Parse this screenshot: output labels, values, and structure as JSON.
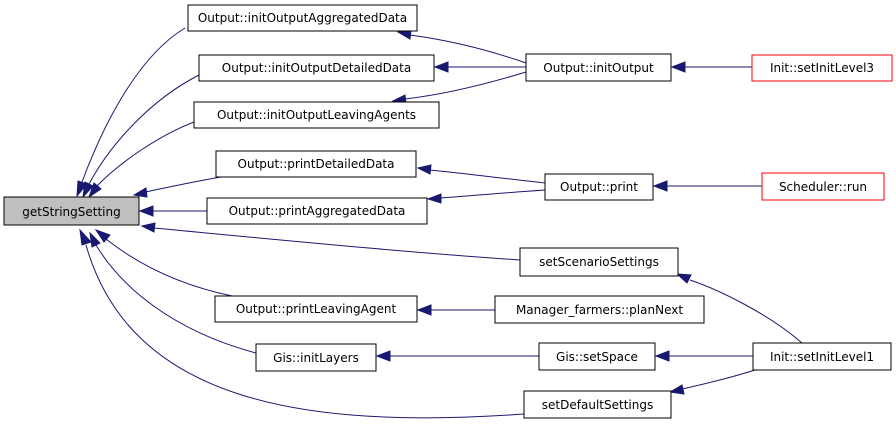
{
  "colors": {
    "edge": "#191970",
    "node_border": "#000000",
    "node_border_external": "#ff0000",
    "node_fill": "#ffffff",
    "root_fill": "#bfbfbf"
  },
  "nodes": {
    "getStringSetting": "getStringSetting",
    "initOutputAggregatedData": "Output::initOutputAggregatedData",
    "initOutputDetailedData": "Output::initOutputDetailedData",
    "initOutputLeavingAgents": "Output::initOutputLeavingAgents",
    "printDetailedData": "Output::printDetailedData",
    "printAggregatedData": "Output::printAggregatedData",
    "setScenarioSettings": "setScenarioSettings",
    "printLeavingAgent": "Output::printLeavingAgent",
    "initLayers": "Gis::initLayers",
    "setDefaultSettings": "setDefaultSettings",
    "initOutput": "Output::initOutput",
    "print": "Output::print",
    "planNext": "Manager_farmers::planNext",
    "setSpace": "Gis::setSpace",
    "setInitLevel3": "Init::setInitLevel3",
    "run": "Scheduler::run",
    "setInitLevel1": "Init::setInitLevel1"
  }
}
